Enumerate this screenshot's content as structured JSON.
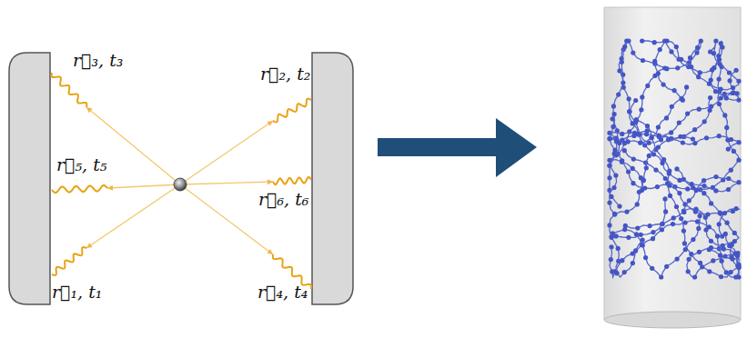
{
  "diagram": {
    "labels": [
      "r⃗₃, t₃",
      "r⃗₂, t₂",
      "r⃗₅, t₅",
      "r⃗₆, t₆",
      "r⃗₁, t₁",
      "r⃗₄, t₄"
    ]
  }
}
